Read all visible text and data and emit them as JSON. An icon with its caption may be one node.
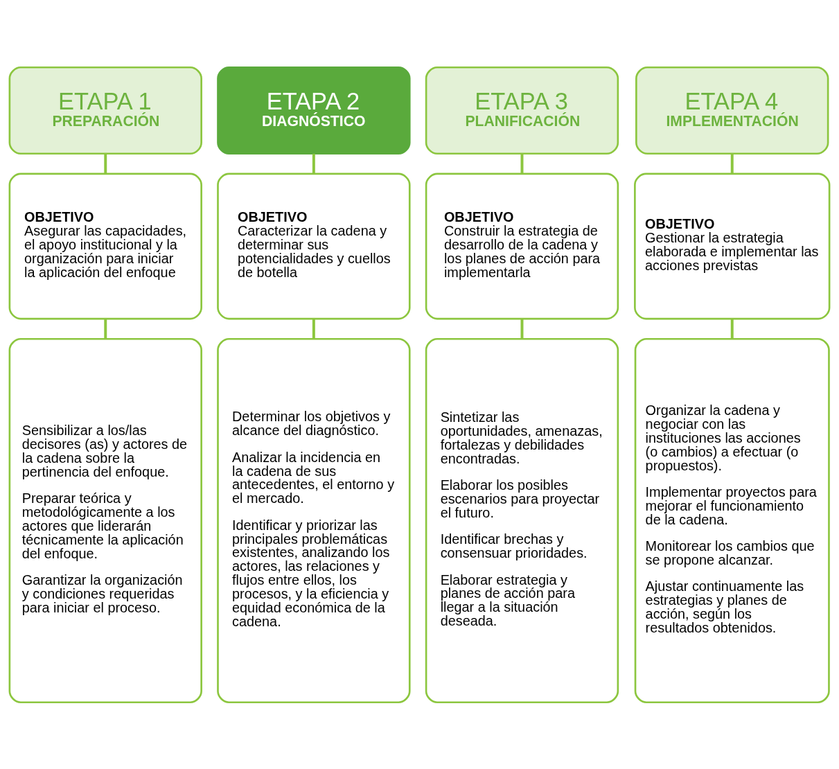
{
  "diagram": {
    "nodes": [
      {
        "text": [
          "ETAPA 1",
          "PREPARACIÓN"
        ]
      },
      {
        "text": [
          "OBJETIVO",
          "Asegurar las capacidades, el apoyo institucional y la organización para iniciar la aplicación del enfoque"
        ]
      },
      {
        "text": [
          "Sensibilizar a los/las decisores (as) y actores de la cadena sobre la pertinencia del enfoque.",
          "Preparar teórica y metodológicamente a los actores que liderarán técnicamente la aplicación del enfoque.",
          "Garantizar la organización y condiciones requeridas para iniciar el proceso."
        ]
      },
      {
        "text": [
          "ETAPA 2",
          "DIAGNÓSTICO"
        ]
      },
      {
        "text": [
          "OBJETIVO",
          "Caracterizar la cadena y determinar sus potencialidades y cuellos de botella"
        ]
      },
      {
        "text": [
          "Determinar los objetivos y alcance del diagnóstico.",
          "Analizar la incidencia en la cadena de sus antecedentes, el entorno y el mercado.",
          "Identificar y priorizar las principales problemáticas existentes, analizando los actores, las relaciones y flujos entre ellos, los procesos, y la eficiencia y equidad económica de la cadena."
        ]
      },
      {
        "text": [
          "ETAPA 3",
          "PLANIFICACIÓN"
        ]
      },
      {
        "text": [
          "OBJETIVO",
          "Construir la estrategia de desarrollo de la cadena y los planes de acción para implementarla"
        ]
      },
      {
        "text": [
          "Sintetizar las oportunidades, amenazas, fortalezas y debilidades encontradas.",
          "Elaborar los posibles escenarios para proyectar el futuro.",
          "Identificar brechas y consensuar prioridades.",
          "Elaborar estrategia y planes de acción para llegar a la situación deseada."
        ]
      },
      {
        "text": [
          "ETAPA 4",
          "IMPLEMENTACIÓN"
        ]
      },
      {
        "text": [
          "OBJETIVO",
          "Gestionar la estrategia elaborada e implementar las acciones previstas"
        ]
      },
      {
        "text": [
          "Organizar la cadena y negociar con las instituciones las acciones (o cambios) a efectuar (o propuestos).",
          "Implementar proyectos para mejorar el funcionamiento de la cadena.",
          "Monitorear los cambios que se propone alcanzar.",
          "Ajustar continuamente las estrategias y planes de acción, según los resultados obtenidos."
        ]
      }
    ],
    "edges": [
      {
        "from": 0,
        "to": 1,
        "arrow": "none"
      },
      {
        "from": 1,
        "to": 2,
        "arrow": "none"
      },
      {
        "from": 3,
        "to": 4,
        "arrow": "none"
      },
      {
        "from": 4,
        "to": 5,
        "arrow": "none"
      },
      {
        "from": 6,
        "to": 7,
        "arrow": "none"
      },
      {
        "from": 7,
        "to": 8,
        "arrow": "none"
      },
      {
        "from": 9,
        "to": 10,
        "arrow": "none"
      },
      {
        "from": 10,
        "to": 11,
        "arrow": "none"
      }
    ]
  }
}
